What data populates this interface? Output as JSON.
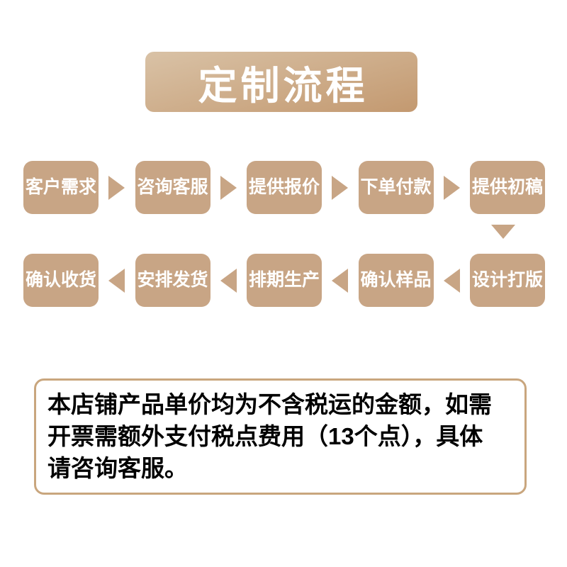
{
  "title": "定制流程",
  "flow": {
    "row1": [
      "客户需求",
      "咨询客服",
      "提供报价",
      "下单付款",
      "提供初稿"
    ],
    "row2": [
      "确认收货",
      "安排发货",
      "排期生产",
      "确认样品",
      "设计打版"
    ]
  },
  "note": {
    "lines": [
      "本店铺产品单价均为不含税运的金额，如需",
      "开票需额外支付税点费用（13个点），具体",
      "请咨询客服。"
    ]
  },
  "icons": {
    "forward": "arrow-right-icon",
    "backward": "arrow-left-icon",
    "down": "arrow-down-icon"
  },
  "colors": {
    "accent": "#C8A585",
    "banner_gradient_start": "#D9C2A6",
    "banner_gradient_end": "#C39970",
    "note_border": "#C9A67E",
    "step_text": "#FFFFFF",
    "note_text": "#000000",
    "background": "#FFFFFF"
  }
}
